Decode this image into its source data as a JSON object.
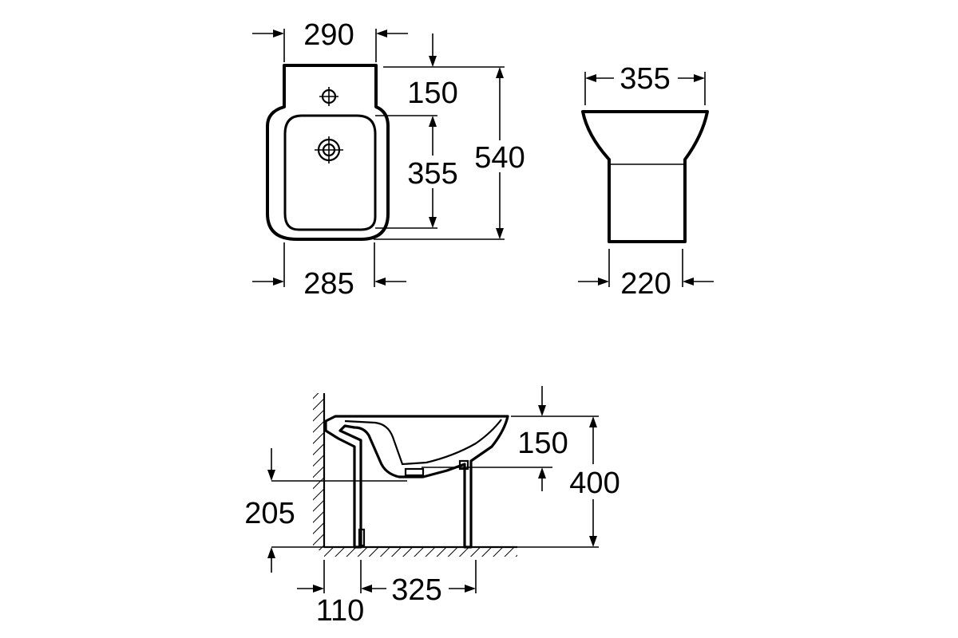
{
  "colors": {
    "line": "#000000",
    "background": "#ffffff"
  },
  "top_view": {
    "width_top": "290",
    "width_bottom": "285",
    "rim_depth": "150",
    "bowl_length": "355",
    "overall_length": "540"
  },
  "front_view": {
    "width_top": "355",
    "pedestal_width": "220"
  },
  "side_view": {
    "rim_depth": "150",
    "height": "400",
    "inlet_height": "205",
    "wall_offset": "110",
    "fixing_distance": "325"
  }
}
